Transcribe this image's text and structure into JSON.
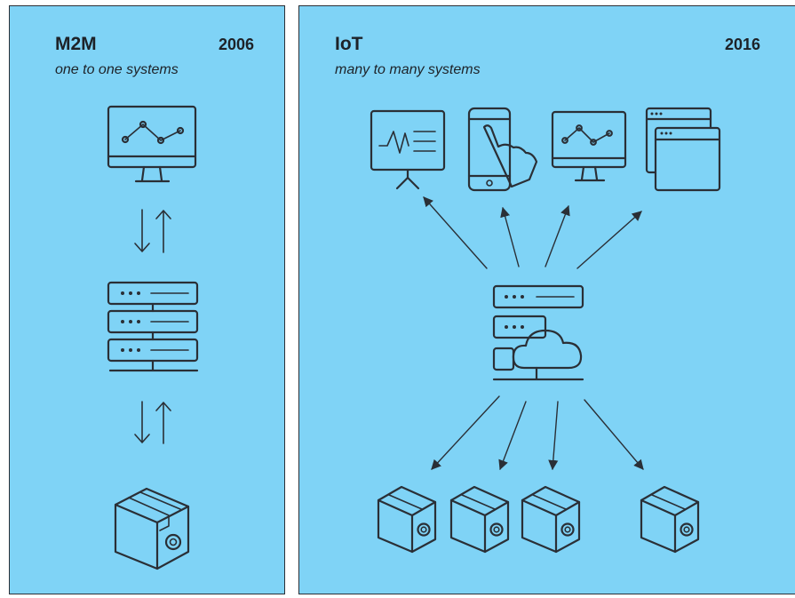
{
  "m2m": {
    "title": "M2M",
    "year": "2006",
    "subtitle": "one to one systems"
  },
  "iot": {
    "title": "IoT",
    "year": "2016",
    "subtitle": "many to many systems"
  },
  "icons": {
    "m2m": [
      "monitor-chart-icon",
      "bidirectional-arrows-icon",
      "server-stack-icon",
      "bidirectional-arrows-icon",
      "device-box-gear-icon"
    ],
    "iot_clients": [
      "presentation-board-icon",
      "smartphone-touch-icon",
      "monitor-chart-icon",
      "browser-windows-icon"
    ],
    "iot_hub": "cloud-server-icon",
    "iot_devices": [
      "device-box-gear-icon",
      "device-box-gear-icon",
      "device-box-gear-icon",
      "device-box-gear-icon"
    ]
  },
  "colors": {
    "panel_background": "#7fd3f6",
    "stroke": "#2a2f36"
  }
}
